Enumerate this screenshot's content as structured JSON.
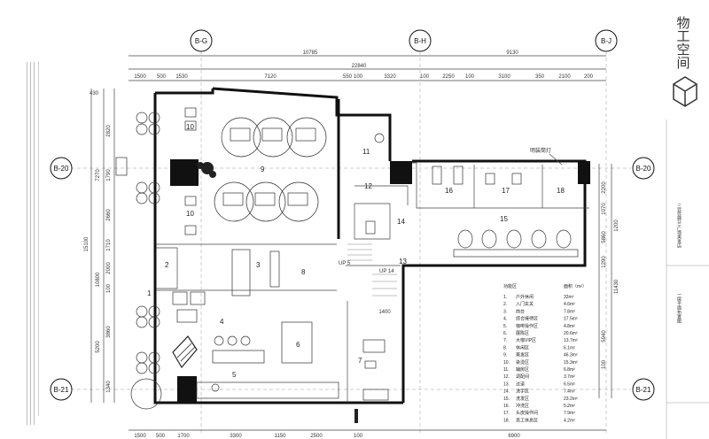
{
  "brand": {
    "logo_text": "物工空间"
  },
  "axes": {
    "bubbles": [
      "B-G",
      "B-H",
      "B-J",
      "B-20",
      "B-21"
    ],
    "top_overall": "22840",
    "top_row1": [
      "10785",
      "9130"
    ],
    "top_row2": [
      "1500",
      "500",
      "1530",
      "7120",
      "550",
      "100",
      "3320",
      "100",
      "2250",
      "100",
      "3100",
      "350",
      "2100",
      "200"
    ],
    "bottom_row": [
      "1500",
      "500",
      "1700",
      "3300",
      "1150",
      "2500",
      "100",
      "6900"
    ],
    "left_overall": "15100",
    "left_row": [
      "430",
      "2820",
      "1790",
      "2660",
      "1710",
      "2000",
      "100",
      "3860",
      "5200",
      "1340"
    ],
    "left_side": [
      "7270",
      "10800"
    ],
    "right_row": [
      "2200",
      "1070",
      "5860",
      "1290",
      "11430",
      "5940",
      "100",
      "1200"
    ],
    "misc": [
      "1400"
    ]
  },
  "rooms": {
    "r1": "1",
    "r2": "2",
    "r3": "3",
    "r4": "4",
    "r5": "5",
    "r6": "6",
    "r7": "7",
    "r8": "8",
    "r9": "9",
    "r10a": "10",
    "r10b": "10",
    "r11": "11",
    "r12": "12",
    "r13": "13",
    "r14": "14",
    "r15": "15",
    "r16": "16",
    "r17": "17",
    "r18": "18"
  },
  "annotations": {
    "lighting": "明装筒灯",
    "up5": "UP 5",
    "up14": "UP 14"
  },
  "legend": {
    "header_name": "功能区",
    "header_area": "面积（m²）",
    "items": [
      {
        "no": "1.",
        "name": "户外休闲",
        "area": "32m²"
      },
      {
        "no": "2.",
        "name": "入门玄关",
        "area": "4.6m²"
      },
      {
        "no": "3.",
        "name": "前台",
        "area": "7.8m²"
      },
      {
        "no": "4.",
        "name": "综合接待区",
        "area": "17.5m²"
      },
      {
        "no": "5.",
        "name": "咖啡操作区",
        "area": "4.8m²"
      },
      {
        "no": "6.",
        "name": "展陈区",
        "area": "20.6m²"
      },
      {
        "no": "7.",
        "name": "大咖VIP区",
        "area": "13.7m²"
      },
      {
        "no": "8.",
        "name": "休闲区",
        "area": "6.1m²"
      },
      {
        "no": "9.",
        "name": "美发区",
        "area": "46.3m²"
      },
      {
        "no": "10.",
        "name": "染烫区",
        "area": "15.3m²"
      },
      {
        "no": "11.",
        "name": "辅房区",
        "area": "6.8m²"
      },
      {
        "no": "12.",
        "name": "调配间",
        "area": "3.7m²"
      },
      {
        "no": "13.",
        "name": "过道",
        "area": "6.5m²"
      },
      {
        "no": "14.",
        "name": "洗手区",
        "area": "7.4m²"
      },
      {
        "no": "15.",
        "name": "洗发区",
        "area": "23.2m²"
      },
      {
        "no": "16.",
        "name": "冲洗区",
        "area": "5.2m²"
      },
      {
        "no": "17.",
        "name": "头皮操作间",
        "area": "7.9m²"
      },
      {
        "no": "18.",
        "name": "员工休息区",
        "area": "4.2m²"
      }
    ]
  },
  "sidebar": {
    "project": "三亚亚特兰广场美发店",
    "drawing": "一层平面布置图"
  }
}
